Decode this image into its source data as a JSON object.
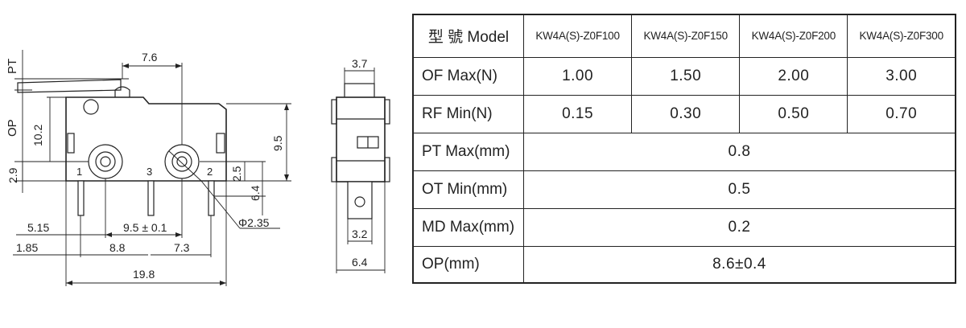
{
  "drawing": {
    "side_labels": {
      "pt": "PT",
      "op": "OP"
    },
    "dims": {
      "d76": "7.6",
      "d102": "10.2",
      "d29": "2.9",
      "d95": "9.5",
      "d25": "2.5",
      "d64a": "6.4",
      "d515": "5.15",
      "d95tol": "9.5 ± 0.1",
      "d185": "1.85",
      "d88": "8.8",
      "d73": "7.3",
      "d198": "19.8",
      "dia": "Φ2.35",
      "d37": "3.7",
      "d32": "3.2",
      "d64b": "6.4"
    },
    "terminals": {
      "t1": "1",
      "t3": "3",
      "t2": "2"
    }
  },
  "table": {
    "header_label": "型 號 Model",
    "models": [
      "KW4A(S)-Z0F100",
      "KW4A(S)-Z0F150",
      "KW4A(S)-Z0F200",
      "KW4A(S)-Z0F300"
    ],
    "rows": [
      {
        "label": "OF Max(N)",
        "values": [
          "1.00",
          "1.50",
          "2.00",
          "3.00"
        ]
      },
      {
        "label": "RF Min(N)",
        "values": [
          "0.15",
          "0.30",
          "0.50",
          "0.70"
        ]
      }
    ],
    "merged_rows": [
      {
        "label": "PT Max(mm)",
        "value": "0.8"
      },
      {
        "label": "OT Min(mm)",
        "value": "0.5"
      },
      {
        "label": "MD Max(mm)",
        "value": "0.2"
      },
      {
        "label": "OP(mm)",
        "value": "8.6±0.4"
      }
    ]
  }
}
